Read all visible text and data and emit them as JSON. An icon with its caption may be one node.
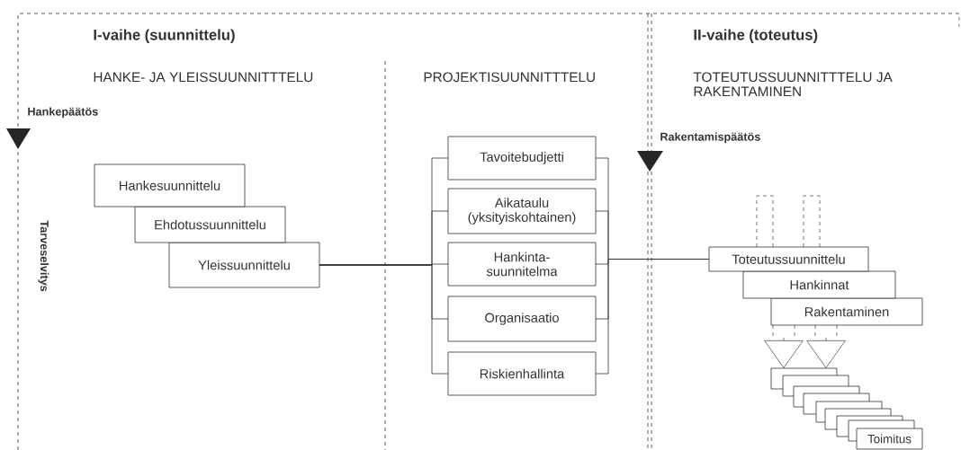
{
  "diagram": {
    "nodes": [
      {
        "text": [
          "Hankesuunnittelu"
        ]
      },
      {
        "text": [
          "Ehdotussuunnittelu"
        ]
      },
      {
        "text": [
          "Yleissuunnittelu"
        ]
      },
      {
        "text": [
          "Tavoitebudjetti"
        ]
      },
      {
        "text": [
          "Aikataulu (yksityiskohtainen)"
        ]
      },
      {
        "text": [
          "Hankinta-suunnitelma"
        ]
      },
      {
        "text": [
          "Organisaatio"
        ]
      },
      {
        "text": [
          "Riskienhallinta"
        ]
      },
      {
        "text": [
          "Toteutussuunnittelu"
        ]
      },
      {
        "text": [
          "Hankinnat"
        ]
      },
      {
        "text": [
          "Rakentaminen"
        ]
      },
      {
        "text": [],
        "shape": "box"
      },
      {
        "text": [],
        "shape": "box"
      },
      {
        "text": [],
        "shape": "box"
      },
      {
        "text": [],
        "shape": "box"
      },
      {
        "text": [],
        "shape": "box"
      },
      {
        "text": [],
        "shape": "box"
      },
      {
        "text": [],
        "shape": "box"
      },
      {
        "text": [],
        "shape": "box"
      },
      {
        "text": [
          "Toimitus"
        ]
      }
    ],
    "edges": [
      {
        "from": 2,
        "to": 3,
        "arrow": "none"
      },
      {
        "from": 2,
        "to": 4,
        "arrow": "none"
      },
      {
        "from": 2,
        "to": 5,
        "arrow": "none"
      },
      {
        "from": 2,
        "to": 6,
        "arrow": "none"
      },
      {
        "from": 2,
        "to": 7,
        "arrow": "none"
      },
      {
        "from": 3,
        "to": 8,
        "arrow": "none"
      },
      {
        "from": 4,
        "to": 8,
        "arrow": "none"
      },
      {
        "from": 5,
        "to": 8,
        "arrow": "none"
      },
      {
        "from": 6,
        "to": 8,
        "arrow": "none"
      },
      {
        "from": 7,
        "to": 8,
        "arrow": "none"
      },
      {
        "from": null,
        "to": 8,
        "arrow": "none",
        "style": "dashed"
      },
      {
        "from": null,
        "to": 8,
        "arrow": "none",
        "style": "dashed"
      },
      {
        "from": 10,
        "to": 11,
        "arrow": "to",
        "style": "dashed"
      },
      {
        "from": 10,
        "to": 11,
        "arrow": "to",
        "style": "dashed"
      }
    ],
    "labels": [
      "I-vaihe (suunnittelu)",
      "II-vaihe (toteutus)",
      "HANKE- JA YLEISSUUNNITTTELU",
      "PROJEKTISUUNNITTTELU",
      "TOTEUTUSSUUNNITTTELU JA RAKENTAMINEN",
      "Hankepäätös",
      "Rakentamispäätös",
      "Tarveselvitys"
    ]
  }
}
